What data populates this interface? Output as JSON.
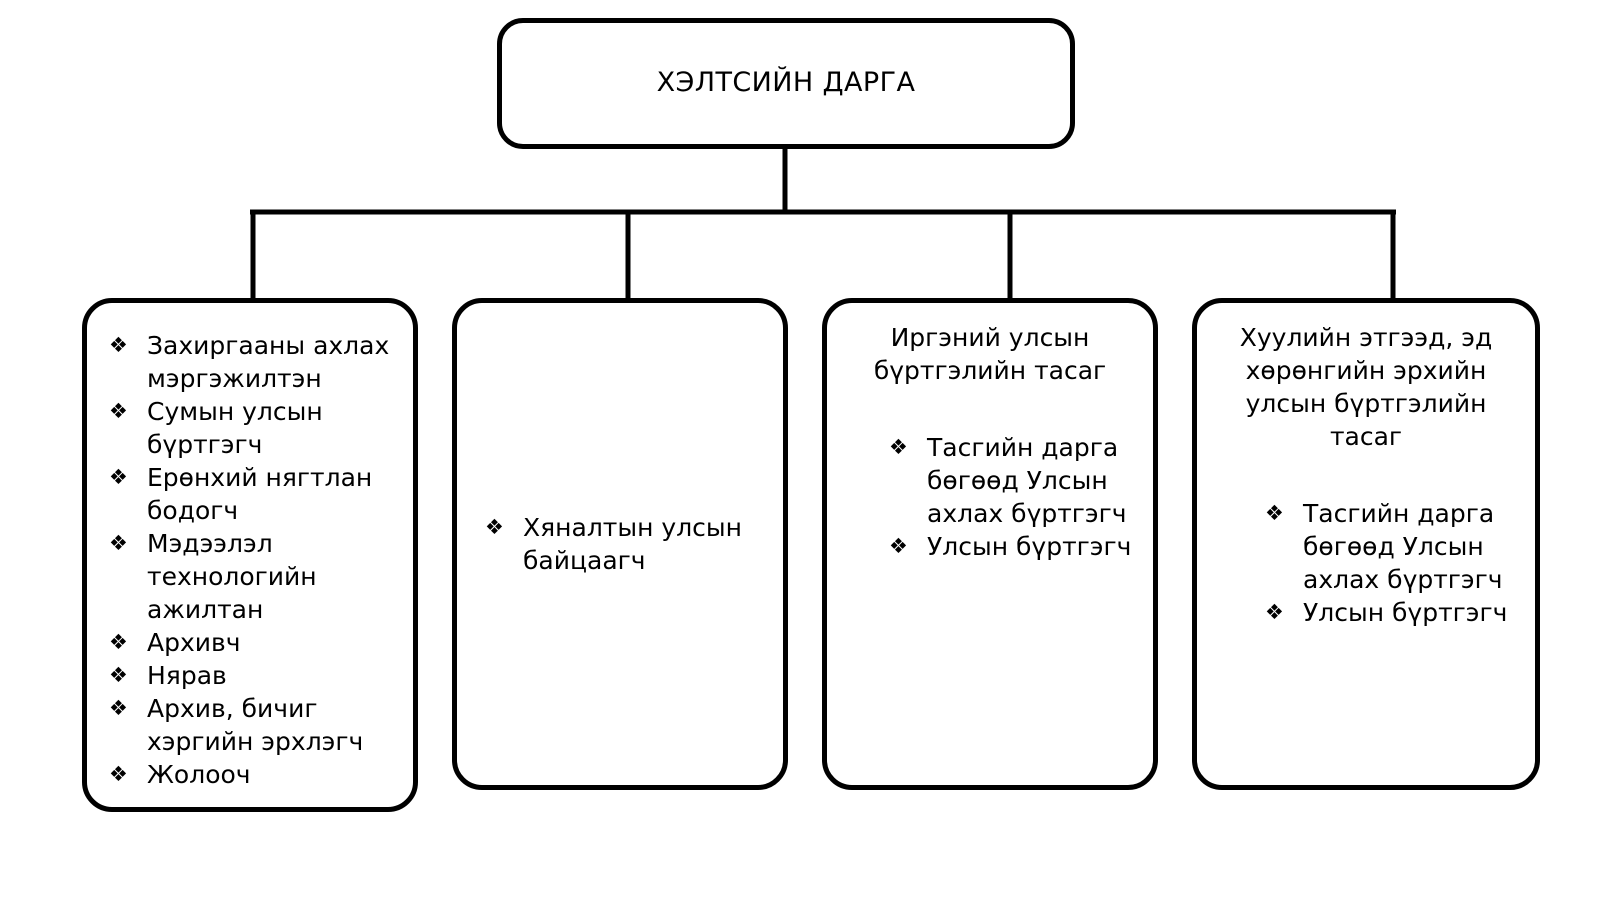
{
  "diagram": {
    "type": "organization-chart",
    "bullet_glyph": "❖",
    "line_color": "#000000",
    "background_color": "#ffffff",
    "root": {
      "title": "ХЭЛТСИЙН ДАРГА"
    },
    "children": [
      {
        "id": "unit-1",
        "title": "",
        "items": [
          "Захиргааны ахлах мэргэжилтэн",
          "Сумын улсын бүртгэгч",
          "Ерөнхий нягтлан бодогч",
          "Мэдээлэл технологийн ажилтан",
          "Архивч",
          "Нярав",
          "Архив, бичиг хэргийн эрхлэгч",
          "Жолооч"
        ]
      },
      {
        "id": "unit-2",
        "title": "",
        "items": [
          "Хяналтын улсын байцаагч"
        ]
      },
      {
        "id": "unit-3",
        "title": "Иргэний улсын бүртгэлийн тасаг",
        "items": [
          "Тасгийн дарга бөгөөд Улсын ахлах бүртгэгч",
          "Улсын бүртгэгч"
        ]
      },
      {
        "id": "unit-4",
        "title": "Хуулийн этгээд, эд хөрөнгийн эрхийн улсын бүртгэлийн тасаг",
        "items": [
          "Тасгийн дарга бөгөөд Улсын ахлах бүртгэгч",
          "Улсын бүртгэгч"
        ]
      }
    ]
  }
}
